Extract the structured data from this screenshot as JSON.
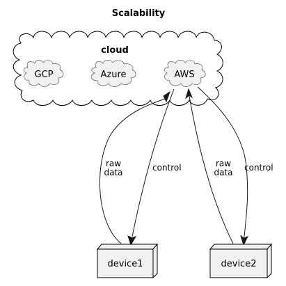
{
  "diagram": {
    "title": "Scalability",
    "cloud": {
      "label": "cloud",
      "services": [
        {
          "label": "GCP"
        },
        {
          "label": "Azure"
        },
        {
          "label": "AWS"
        }
      ]
    },
    "devices": [
      {
        "label": "device1"
      },
      {
        "label": "device2"
      }
    ],
    "edges": [
      {
        "from": "device1",
        "to": "AWS",
        "label_lines": [
          "raw",
          "data"
        ]
      },
      {
        "from": "AWS",
        "to": "device1",
        "label_lines": [
          "control"
        ]
      },
      {
        "from": "device2",
        "to": "AWS",
        "label_lines": [
          "raw",
          "data"
        ]
      },
      {
        "from": "AWS",
        "to": "device2",
        "label_lines": [
          "control"
        ]
      }
    ]
  }
}
